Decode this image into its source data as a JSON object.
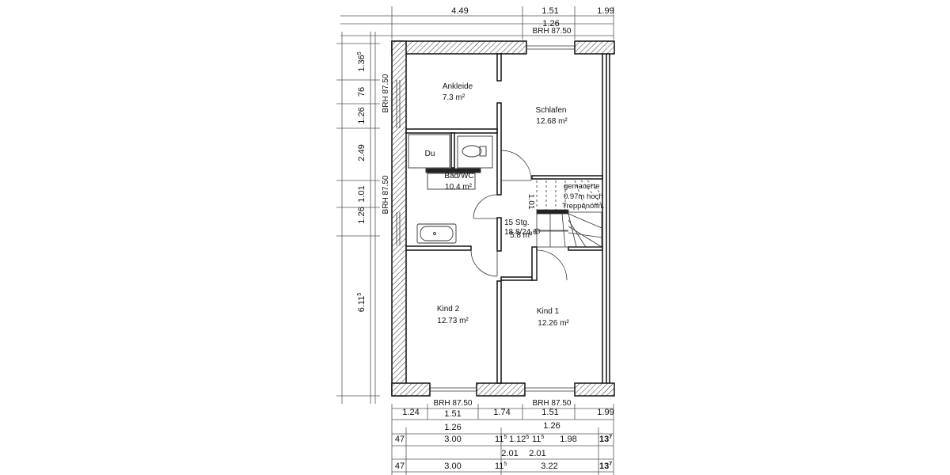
{
  "rooms": {
    "ankleide": {
      "name": "Ankleide",
      "area": "7.3 m²"
    },
    "schlafen": {
      "name": "Schlafen",
      "area": "12.68 m²"
    },
    "du": {
      "name": "Du"
    },
    "bad": {
      "name": "Bad/WC",
      "area": "10.4 m²"
    },
    "kind2": {
      "name": "Kind 2",
      "area": "12.73 m²"
    },
    "kind1": {
      "name": "Kind 1",
      "area": "12.26 m²"
    },
    "flur": {
      "area": "5.8 m²",
      "stair_line1": "15 Stg.",
      "stair_line2": "18.8/24.6"
    }
  },
  "notes": {
    "masonry_line1": "gemauerte",
    "masonry_line2": "0.97m hoch",
    "masonry_line3": "Treppenöffn."
  },
  "brh": {
    "top": "BRH 87.50",
    "left_upper": "BRH 87.50",
    "left_lower": "BRH 87.50",
    "bottom_left": "BRH 87.50",
    "bottom_right": "BRH 87.50"
  },
  "dims_top": {
    "a": "4.49",
    "b": "1.51",
    "c": "1.99",
    "d": "1.26"
  },
  "dims_left": {
    "a": "1.36",
    "a_sup": "5",
    "b": "76",
    "c": "1.26",
    "d": "2.49",
    "e": "1.01",
    "f": "1.26",
    "g": "6.11",
    "g_sup": "5"
  },
  "stair_dim": "1.01",
  "dims_bottom": {
    "row1": {
      "a": "1.24",
      "b": "1.51",
      "c": "1.74",
      "d": "1.51",
      "e": "1.99"
    },
    "row2": {
      "a": "1.26",
      "b": "1.26"
    },
    "row3": {
      "a": "47",
      "b": "3.00",
      "c": "11",
      "c_sup": "5",
      "d": "1.12",
      "d_sup": "5",
      "e": "11",
      "e_sup": "5",
      "f": "1.98",
      "g": "13",
      "g_sup": "7"
    },
    "row4": {
      "a": "2.01",
      "b": "2.01"
    },
    "row5": {
      "a": "47",
      "b": "3.00",
      "c": "11",
      "c_sup": "5",
      "d": "3.22",
      "e": "13",
      "e_sup": "7"
    }
  }
}
